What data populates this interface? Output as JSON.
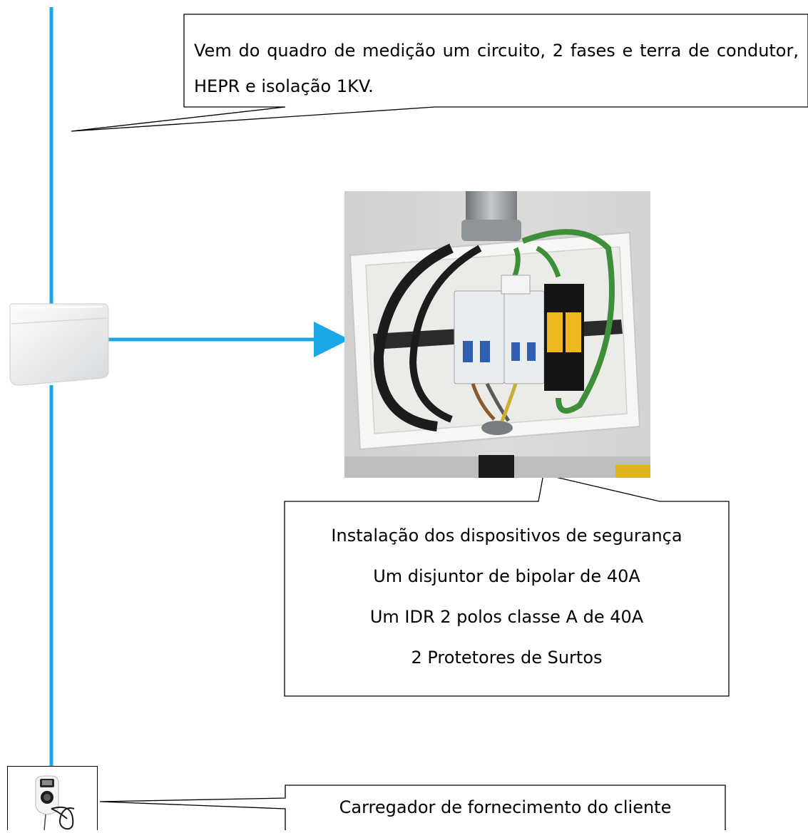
{
  "callouts": {
    "top": "Vem do quadro de medição um circuito, 2 fases e terra de condutor, HEPR e isolação 1KV.",
    "devices": {
      "title": "Instalação dos dispositivos de segurança",
      "items": [
        "Um disjuntor de bipolar de 40A",
        "Um IDR 2 polos classe A de 40A",
        "2 Protetores de Surtos"
      ]
    },
    "charger": "Carregador de fornecimento do cliente"
  },
  "colors": {
    "wire": "#1aa7e6",
    "outline": "#000000",
    "photo_wall": "#d9d9d7",
    "enclosure": "#f2f2f2",
    "breaker": "#e9edf0",
    "breaker_toggle": "#2f5fb0",
    "surge": "#f0b81e",
    "ground_wire": "#3f8f3a",
    "cable": "#1c1c1c"
  },
  "icons": {
    "panel": "distribution-panel-icon",
    "charger": "ev-charger-icon"
  }
}
